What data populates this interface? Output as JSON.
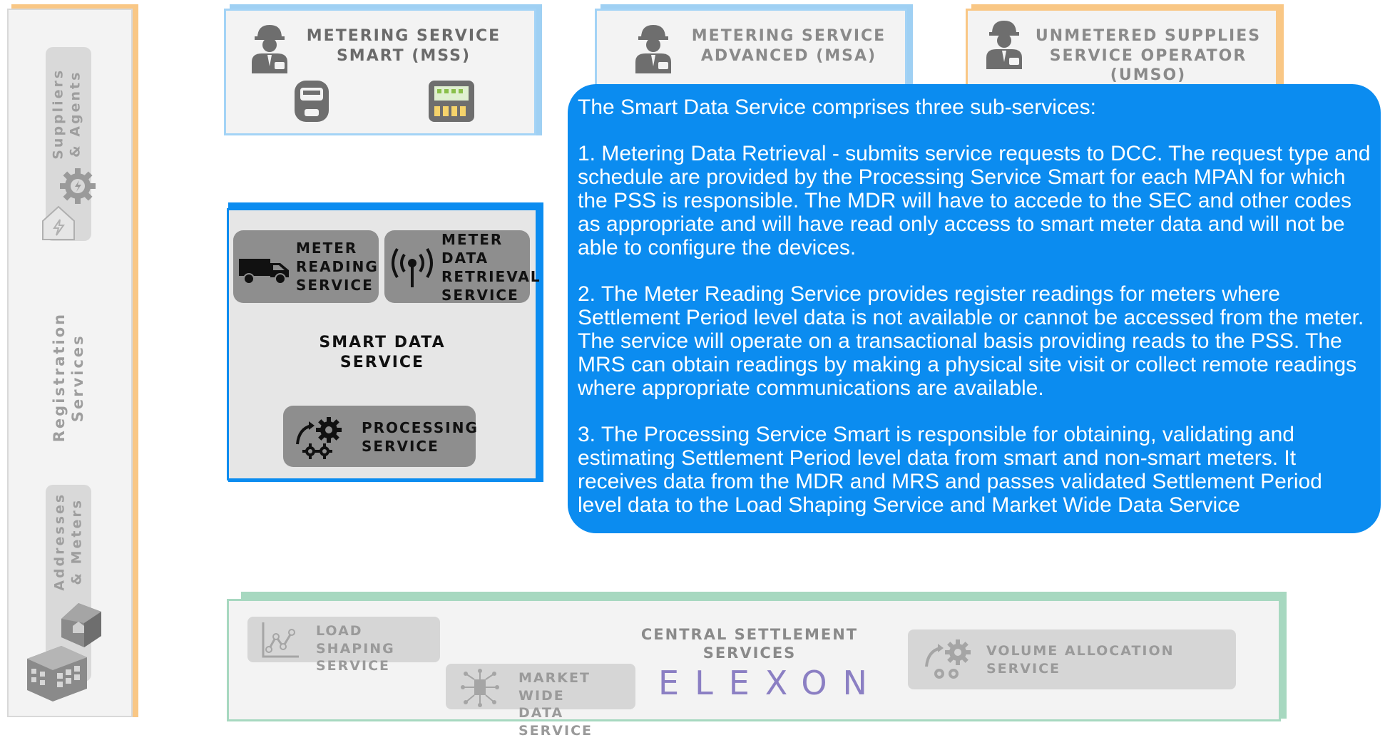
{
  "registration": {
    "title_line1": "Registration",
    "title_line2": "Services",
    "suppliers_line1": "Suppliers",
    "suppliers_line2": "& Agents",
    "addresses_line1": "Addresses",
    "addresses_line2": "& Meters"
  },
  "mss": {
    "line1": "Metering Service",
    "line2": "Smart (MSS)"
  },
  "msa": {
    "line1": "Metering Service",
    "line2": "Advanced (MSA)"
  },
  "umso": {
    "line1": "Unmetered Supplies",
    "line2": "Service Operator",
    "line3": "(UMSO)"
  },
  "smart_data": {
    "title_line1": "Smart Data",
    "title_line2": "Service",
    "mrs": [
      "Meter",
      "Reading",
      "Service"
    ],
    "mdr": [
      "Meter",
      "Data",
      "Retrieval",
      "Service"
    ],
    "processing": [
      "Processing",
      "Service"
    ]
  },
  "popup": {
    "intro": "The Smart Data Service comprises three sub-services:",
    "item1": "1. Metering Data Retrieval - submits service requests to DCC. The request type and schedule are provided by the Processing Service Smart for each MPAN for which the PSS is responsible. The MDR will have to  accede to the SEC and other codes as appropriate and will have read only access to smart meter data and will not be able to configure the devices.",
    "item2": "2. The Meter Reading Service provides register readings for meters where Settlement Period level data is not available or cannot be accessed from the meter. The service will operate on a transactional basis providing reads to the PSS. The MRS can obtain readings by making a physical site visit or collect remote readings where appropriate communications are available.",
    "item3": "3. The Processing Service Smart is responsible for obtaining, validating and estimating Settlement Period level data from smart and non-smart meters. It receives data from the MDR and MRS and passes validated Settlement Period level data to the Load Shaping Service and Market Wide Data Service"
  },
  "central": {
    "title_line1": "Central Settlement",
    "title_line2": "Services",
    "logo": "ELEXON",
    "load_shaping": [
      "Load Shaping",
      "Service"
    ],
    "market_wide": [
      "Market Wide",
      "Data Service"
    ],
    "volume_allocation": [
      "Volume Allocation",
      "Service"
    ]
  },
  "colors": {
    "accent_blue": "#0b8cf0",
    "light_blue": "#a3d3f6",
    "orange": "#f9c785",
    "green": "#a7d8c0",
    "elexon_purple": "#8b7fc3"
  }
}
